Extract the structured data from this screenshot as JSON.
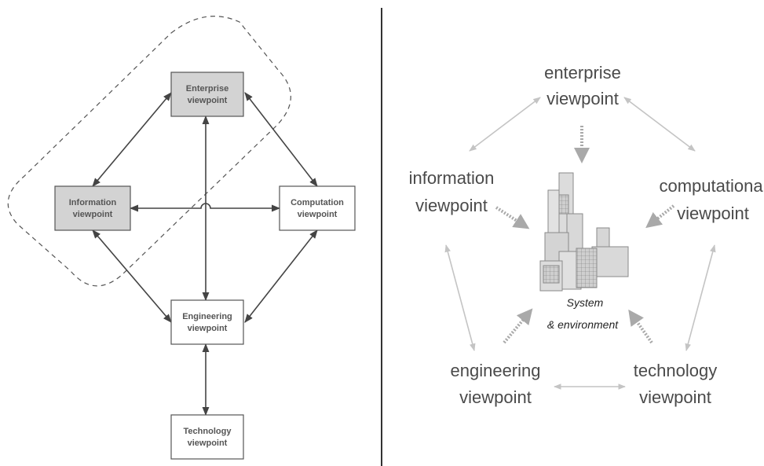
{
  "left_diagram": {
    "boxes": {
      "enterprise": [
        "Enterprise",
        "viewpoint"
      ],
      "information": [
        "Information",
        "viewpoint"
      ],
      "computation": [
        "Computation",
        "viewpoint"
      ],
      "engineering": [
        "Engineering",
        "viewpoint"
      ],
      "technology": [
        "Technology",
        "viewpoint"
      ]
    },
    "highlighted_boxes": [
      "enterprise",
      "information"
    ],
    "colors": {
      "highlight_fill": "#d3d3d3",
      "plain_fill": "#ffffff",
      "stroke": "#555555"
    }
  },
  "right_diagram": {
    "viewpoints": {
      "enterprise": [
        "enterprise",
        "viewpoint"
      ],
      "information": [
        "information",
        "viewpoint"
      ],
      "computational": [
        "computational",
        "viewpoint"
      ],
      "engineering": [
        "engineering",
        "viewpoint"
      ],
      "technology": [
        "technology",
        "viewpoint"
      ]
    },
    "center": [
      "System",
      "& environment"
    ],
    "colors": {
      "arrow": "#c4c4c4",
      "dotted_arrow": "#a9a9a9",
      "text": "#4a4a4a"
    }
  },
  "colors": {
    "divider": "#333333"
  }
}
